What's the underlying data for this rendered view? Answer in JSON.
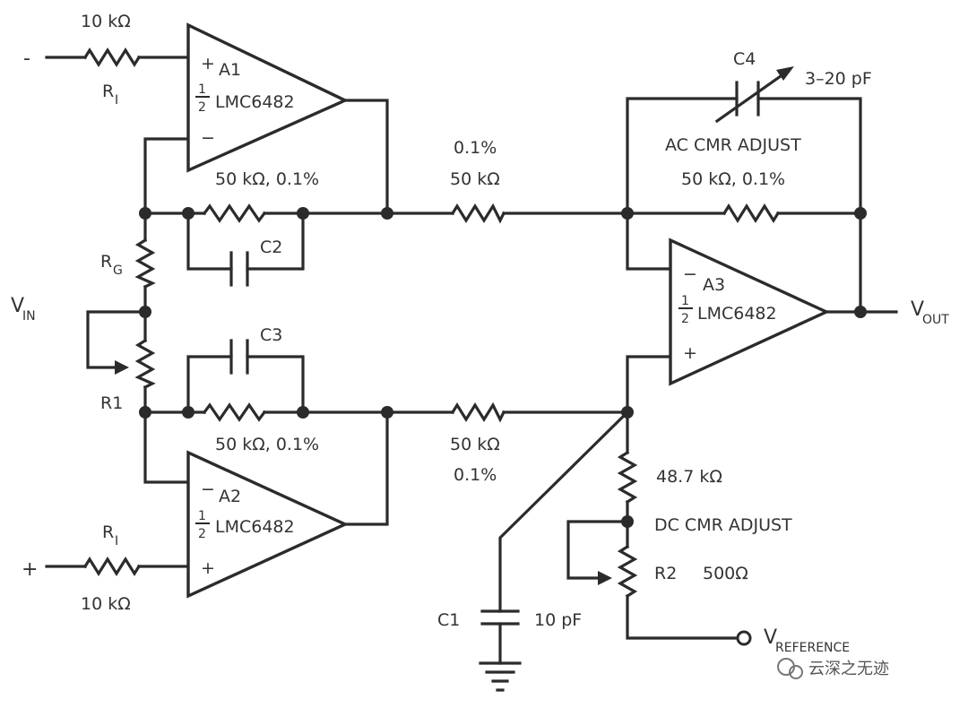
{
  "labels": {
    "vin": "V",
    "vin_sub": "IN",
    "vout": "V",
    "vout_sub": "OUT",
    "vref": "V",
    "vref_sub": "REFERENCE",
    "minus_input": "-",
    "plus_input": "+",
    "ri_top_value": "10 kΩ",
    "ri_top": "R",
    "ri_top_sub": "I",
    "ri_bot_value": "10 kΩ",
    "ri_bot": "R",
    "ri_bot_sub": "I",
    "rg": "R",
    "rg_sub": "G",
    "r1": "R1",
    "a1_name": "A1",
    "a1_part": "LMC6482",
    "a2_name": "A2",
    "a2_part": "LMC6482",
    "a3_name": "A3",
    "a3_part": "LMC6482",
    "half_num": "1",
    "half_den": "2",
    "pin_plus": "+",
    "pin_minus": "−",
    "r_a1_fb": "50 kΩ, 0.1%",
    "r_a2_fb": "50 kΩ, 0.1%",
    "c2": "C2",
    "c3": "C3",
    "r_top_mid_tol": "0.1%",
    "r_top_mid_val": "50 kΩ",
    "r_bot_mid_val": "50 kΩ",
    "r_bot_mid_tol": "0.1%",
    "c4": "C4",
    "c4_range": "3–20 pF",
    "ac_cmr": "AC CMR ADJUST",
    "r_a3_fb": "50 kΩ, 0.1%",
    "r_487": "48.7 kΩ",
    "dc_cmr": "DC CMR ADJUST",
    "r2": "R2",
    "r2_val": "500Ω",
    "c1": "C1",
    "c1_val": "10 pF"
  },
  "watermark": "云深之无迹",
  "colors": {
    "ink": "#2b2b2b",
    "background": "#ffffff"
  }
}
